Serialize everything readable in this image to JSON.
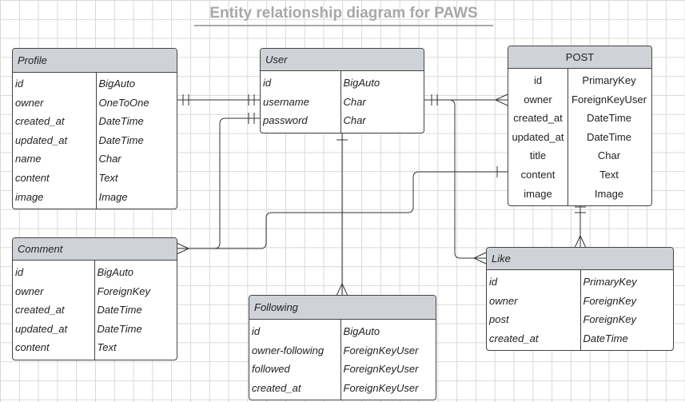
{
  "title": "Entity relationship diagram for PAWS",
  "entities": {
    "profile": {
      "name": "Profile",
      "fields": [
        {
          "name": "id",
          "type": "BigAuto"
        },
        {
          "name": "owner",
          "type": "OneToOne"
        },
        {
          "name": "created_at",
          "type": "DateTime"
        },
        {
          "name": "updated_at",
          "type": "DateTime"
        },
        {
          "name": "name",
          "type": "Char"
        },
        {
          "name": "content",
          "type": "Text"
        },
        {
          "name": "image",
          "type": "Image"
        }
      ]
    },
    "user": {
      "name": "User",
      "fields": [
        {
          "name": "id",
          "type": "BigAuto"
        },
        {
          "name": "username",
          "type": "Char"
        },
        {
          "name": "password",
          "type": "Char"
        }
      ]
    },
    "post": {
      "name": "POST",
      "fields": [
        {
          "name": "id",
          "type": "PrimaryKey"
        },
        {
          "name": "owner",
          "type": "ForeignKeyUser"
        },
        {
          "name": "created_at",
          "type": "DateTime"
        },
        {
          "name": "updated_at",
          "type": "DateTime"
        },
        {
          "name": "title",
          "type": "Char"
        },
        {
          "name": "content",
          "type": "Text"
        },
        {
          "name": "image",
          "type": "Image"
        }
      ]
    },
    "comment": {
      "name": "Comment",
      "fields": [
        {
          "name": "id",
          "type": "BigAuto"
        },
        {
          "name": "owner",
          "type": "ForeignKey"
        },
        {
          "name": "created_at",
          "type": "DateTime"
        },
        {
          "name": "updated_at",
          "type": "DateTime"
        },
        {
          "name": "content",
          "type": "Text"
        }
      ]
    },
    "following": {
      "name": "Following",
      "fields": [
        {
          "name": "id",
          "type": "BigAuto"
        },
        {
          "name": "owner-following",
          "type": "ForeignKeyUser"
        },
        {
          "name": "followed",
          "type": "ForeignKeyUser"
        },
        {
          "name": "created_at",
          "type": "ForeignKeyUser"
        }
      ]
    },
    "like": {
      "name": "Like",
      "fields": [
        {
          "name": "id",
          "type": "PrimaryKey"
        },
        {
          "name": "owner",
          "type": "ForeignKey"
        },
        {
          "name": "post",
          "type": "ForeignKey"
        },
        {
          "name": "created_at",
          "type": "DateTime"
        }
      ]
    }
  }
}
